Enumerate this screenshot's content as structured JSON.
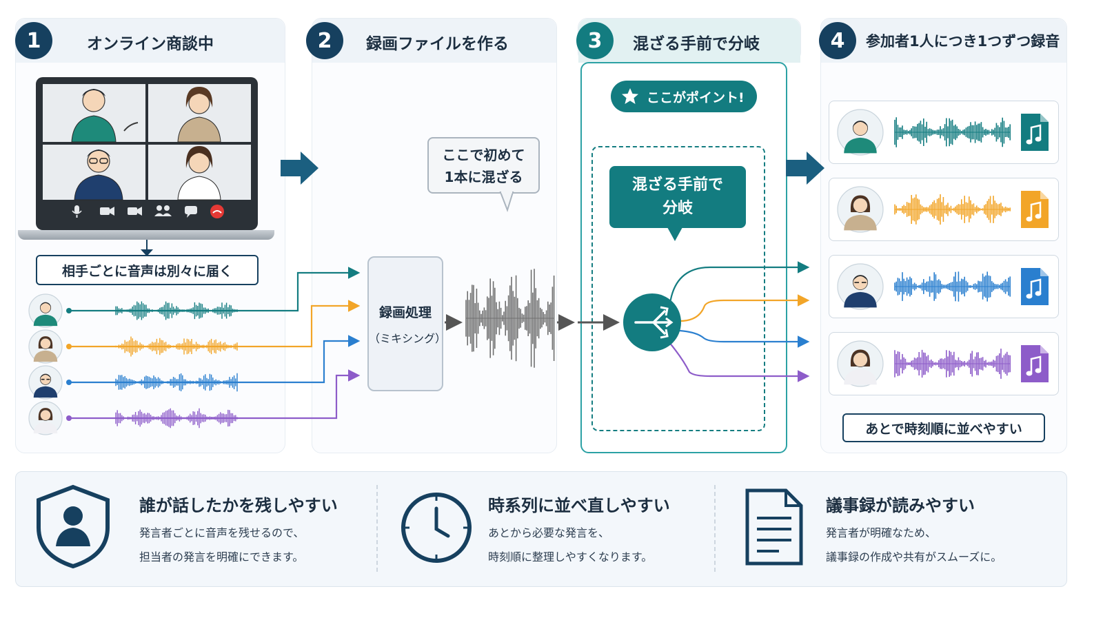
{
  "steps": [
    {
      "num": "1",
      "title": "オンライン商談中"
    },
    {
      "num": "2",
      "title": "録画ファイルを作る"
    },
    {
      "num": "3",
      "title": "混ざる手前で分岐"
    },
    {
      "num": "4",
      "title": "参加者1人につき1つずつ録音"
    }
  ],
  "step1": {
    "label": "相手ごとに音声は別々に届く"
  },
  "step2": {
    "bubble_line1": "ここで初めて",
    "bubble_line2": "1本に混ざる",
    "rec_title": "録画処理",
    "rec_sub": "（ミキシング）"
  },
  "step3": {
    "point": "ここがポイント!",
    "bubble_line1": "混ざる手前で",
    "bubble_line2": "分岐"
  },
  "step4": {
    "footer_label": "あとで時刻順に並べやすい"
  },
  "colors": {
    "navy": "#16405f",
    "teal": "#137c80",
    "orange": "#f2a528",
    "blue": "#2a7fcf",
    "purple": "#8d5cc9"
  },
  "icons": [
    "microphone-icon",
    "camera-icon",
    "video-icon",
    "participants-icon",
    "chat-icon",
    "hang-up-icon",
    "star-icon",
    "share-split-icon",
    "music-file-icon",
    "shield-user-icon",
    "clock-icon",
    "document-icon"
  ],
  "benefits": [
    {
      "title": "誰が話したかを残しやすい",
      "desc1": "発言者ごとに音声を残せるので、",
      "desc2": "担当者の発言を明確にできます。"
    },
    {
      "title": "時系列に並べ直しやすい",
      "desc1": "あとから必要な発言を、",
      "desc2": "時刻順に整理しやすくなります。"
    },
    {
      "title": "議事録が読みやすい",
      "desc1": "発言者が明確なため、",
      "desc2": "議事録の作成や共有がスムーズに。"
    }
  ]
}
